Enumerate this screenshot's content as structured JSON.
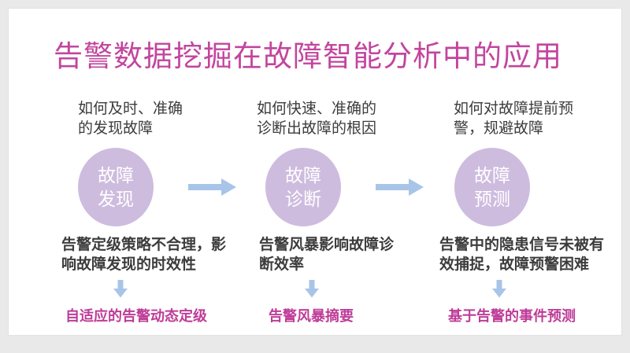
{
  "slide": {
    "title": "告警数据挖掘在故障智能分析中的应用",
    "colors": {
      "title_pink": "#c2459e",
      "solution_pink": "#be3c98",
      "circle_lavender": "#cebcdf",
      "arrow_blue": "#a8c5e8",
      "body_text": "#3c3c3c",
      "frame_gray": "#e9e9e9",
      "slide_background": "#ffffff"
    },
    "columns": [
      {
        "question": "如何及时、准确\n的发现故障",
        "circle_label": "故障\n发现",
        "problem": "告警定级策略不合理，影\n响故障发现的时效性",
        "solution": "自适应的告警动态定级"
      },
      {
        "question": "如何快速、准确的\n诊断出故障的根因",
        "circle_label": "故障\n诊断",
        "problem": "告警风暴影响故障诊\n断效率",
        "solution": "告警风暴摘要"
      },
      {
        "question": "如何对故障提前预\n警，规避故障",
        "circle_label": "故障\n预测",
        "problem": "告警中的隐患信号未被有\n效捕捉，故障预警困难",
        "solution": "基于告警的事件预测"
      }
    ]
  }
}
